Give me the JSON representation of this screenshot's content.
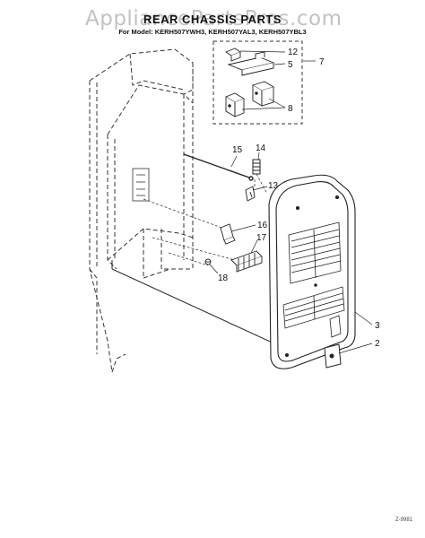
{
  "watermark": "AppliancePartsPros.com",
  "title": "REAR CHASSIS PARTS",
  "subtitle": "For Model: KERH507YWH3, KERH507YAL3, KERH507YBL3",
  "callouts": [
    "15",
    "14",
    "13",
    "16",
    "17",
    "18",
    "12",
    "5",
    "7",
    "8",
    "3",
    "2"
  ],
  "footer_code": "Z-9981"
}
